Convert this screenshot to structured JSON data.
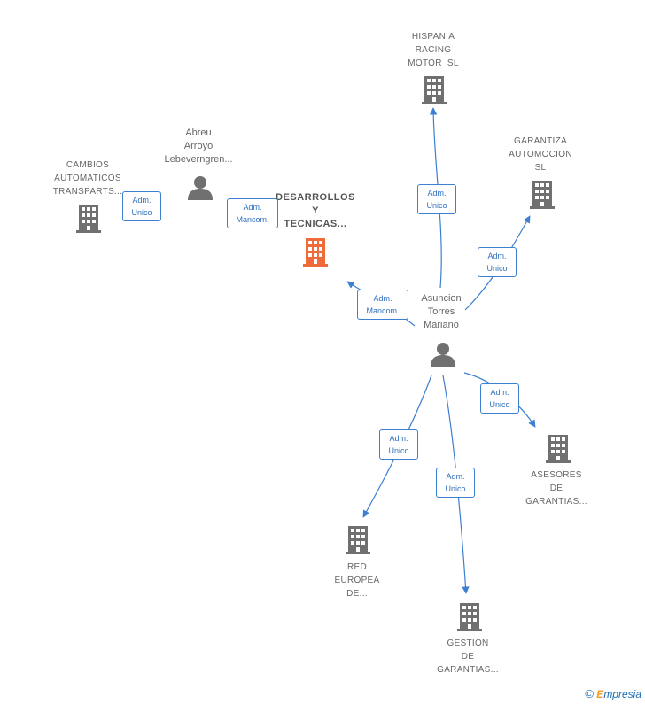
{
  "nodes": {
    "focus": {
      "lines": [
        "DESARROLLOS",
        "Y",
        "TECNICAS..."
      ],
      "color": "#f06b3a"
    },
    "hispania": {
      "lines": [
        "HISPANIA",
        "RACING",
        "MOTOR  SL"
      ]
    },
    "garantiza": {
      "lines": [
        "GARANTIZA",
        "AUTOMOCION",
        "SL"
      ]
    },
    "cambios": {
      "lines": [
        "CAMBIOS",
        "AUTOMATICOS",
        "TRANSPARTS..."
      ]
    },
    "abreu": {
      "lines": [
        "Abreu",
        "Arroyo",
        "Lebeverngren..."
      ]
    },
    "asuncion": {
      "lines": [
        "Asuncion",
        "Torres",
        "Mariano"
      ]
    },
    "asesores": {
      "lines": [
        "ASESORES",
        "DE",
        "GARANTIAS..."
      ]
    },
    "red": {
      "lines": [
        "RED",
        "EUROPEA",
        "DE..."
      ]
    },
    "gestion": {
      "lines": [
        "GESTION",
        "DE",
        "GARANTIAS..."
      ]
    }
  },
  "badges": {
    "cambios": [
      "Adm.",
      "Unico"
    ],
    "abreu_focus": [
      "Adm.",
      "Mancom."
    ],
    "asuncion_focus": [
      "Adm.",
      "Mancom."
    ],
    "hispania": [
      "Adm.",
      "Unico"
    ],
    "garantiza": [
      "Adm.",
      "Unico"
    ],
    "asesores": [
      "Adm.",
      "Unico"
    ],
    "red": [
      "Adm.",
      "Unico"
    ],
    "gestion": [
      "Adm.",
      "Unico"
    ]
  },
  "colors": {
    "edge": "#3d7fd0",
    "icon": "#707070",
    "focus": "#f06b3a"
  },
  "footer": {
    "copyright": "©",
    "brand_e": "E",
    "brand_rest": "mpresia"
  }
}
